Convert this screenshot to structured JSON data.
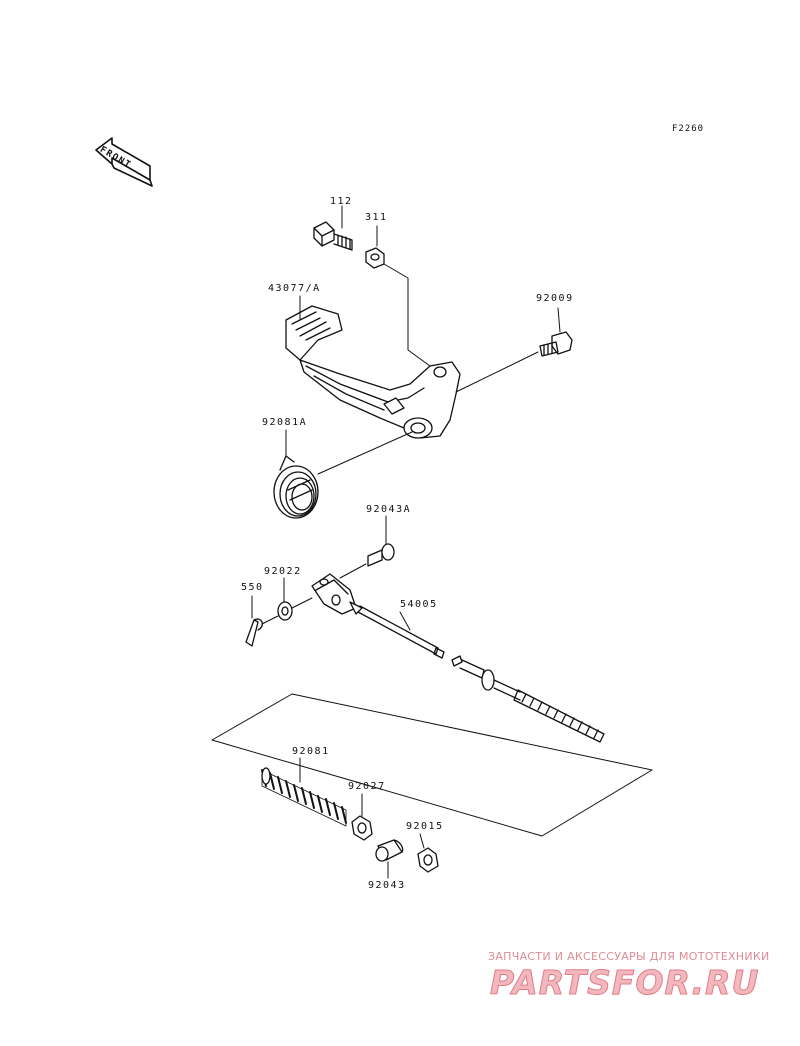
{
  "diagram": {
    "figure_code": "F2260",
    "front_label": "FRONT",
    "labels": {
      "p112": "112",
      "p311": "311",
      "p43077a": "43077/A",
      "p92009": "92009",
      "p92081a": "92081A",
      "p92043a": "92043A",
      "p92022": "92022",
      "p550": "550",
      "p54005": "54005",
      "p92081": "92081",
      "p92027": "92027",
      "p92015": "92015",
      "p92043": "92043"
    }
  },
  "watermark": {
    "tagline": "ЗАПЧАСТИ И АКСЕССУАРЫ ДЛЯ МОТОТЕХНИКИ",
    "logo": "PARTSFOR.RU"
  },
  "colors": {
    "line": "#111111",
    "watermark_fill": "#f2b8bd",
    "watermark_stroke": "#e07d88"
  }
}
